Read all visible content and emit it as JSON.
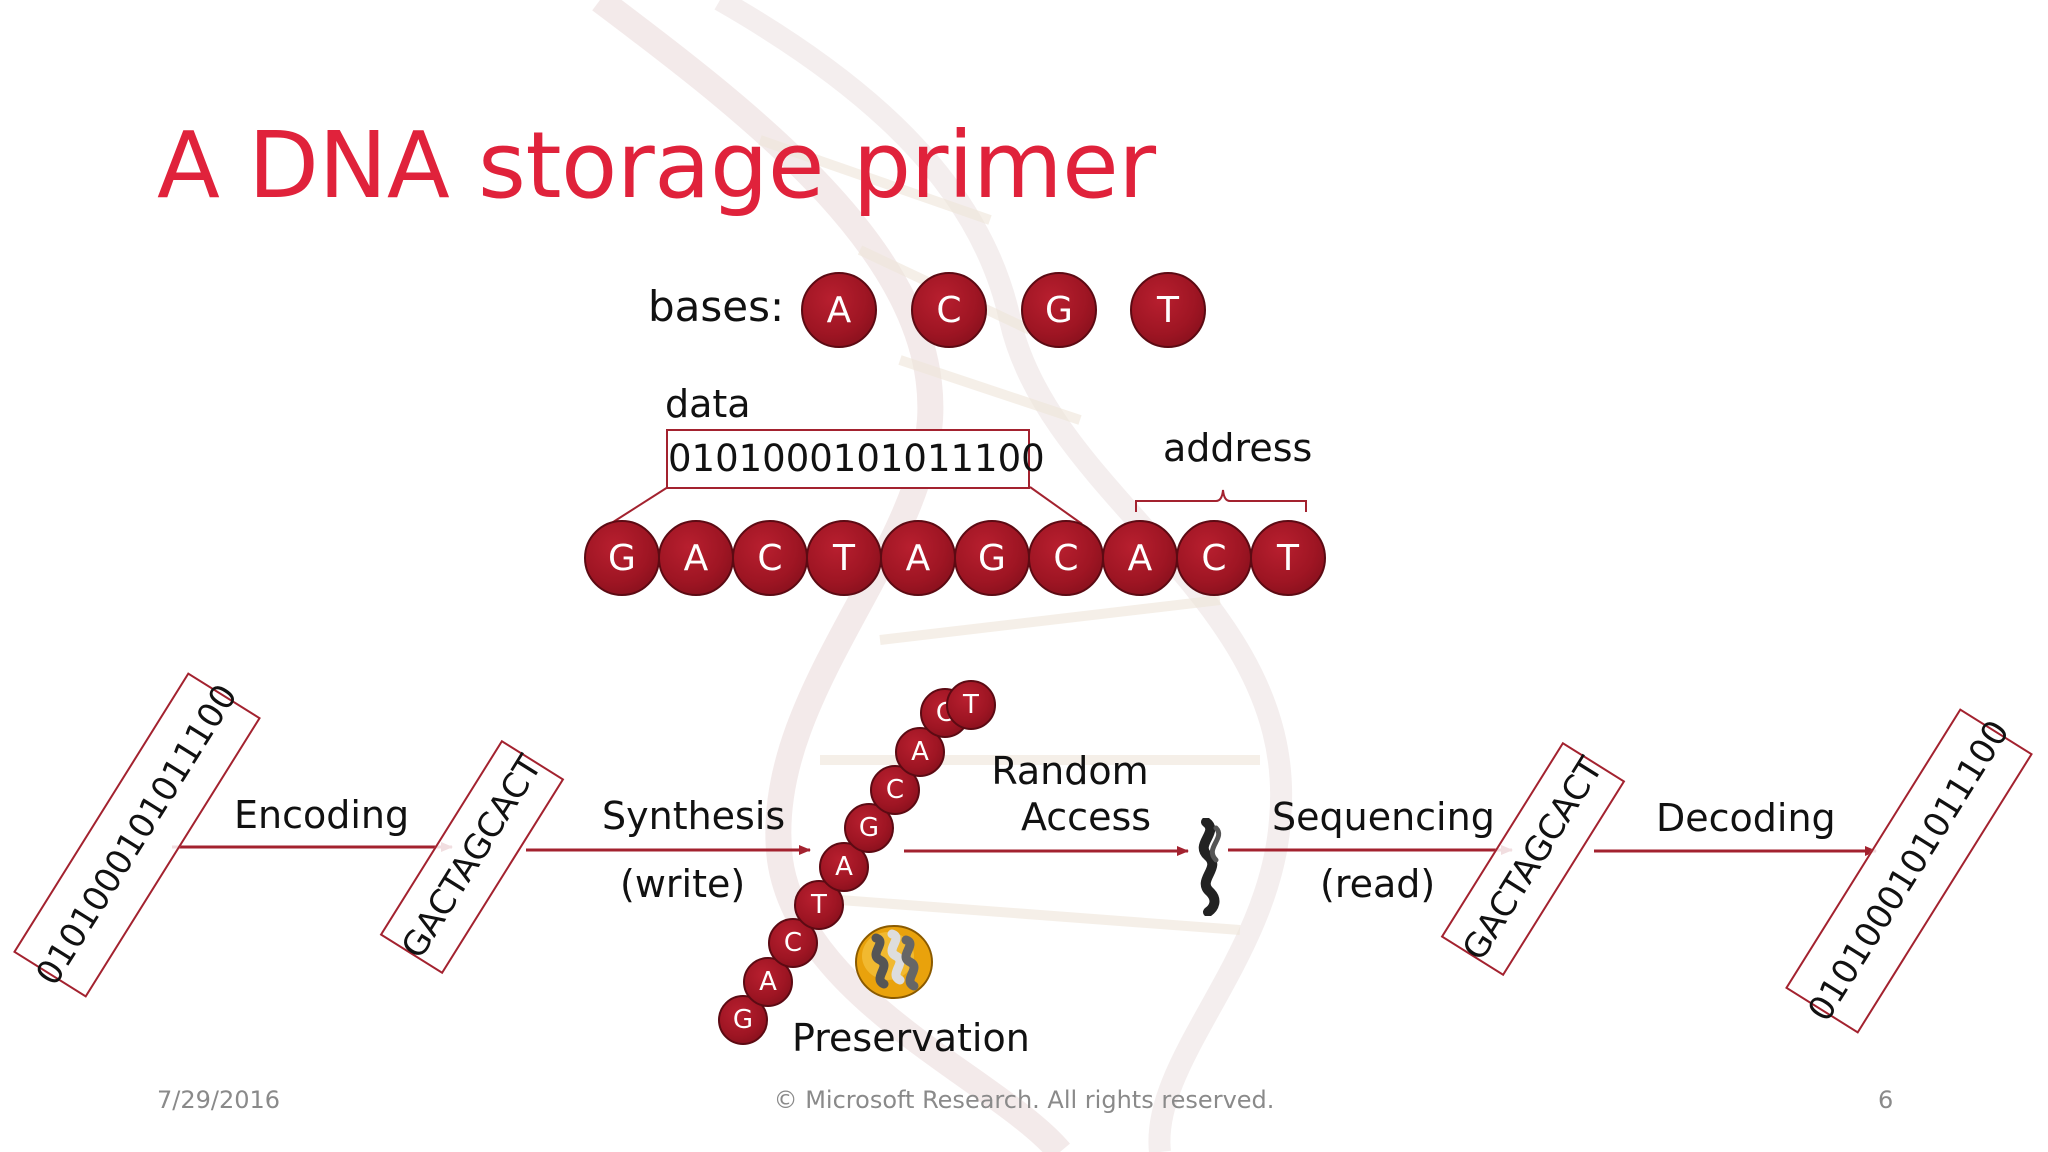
{
  "title": "A DNA storage primer",
  "bases_label": "bases:",
  "bases": [
    "A",
    "C",
    "G",
    "T"
  ],
  "data_label": "data",
  "data_bits": "0101000101011100",
  "address_label": "address",
  "sequence": [
    "G",
    "A",
    "C",
    "T",
    "A",
    "G",
    "C",
    "A",
    "C",
    "T"
  ],
  "pipeline": {
    "input_bits": "0101000101011100",
    "encoding": "Encoding",
    "encoded_seq": "GACTAGCACT",
    "synthesis": "Synthesis",
    "synthesis_sub": "(write)",
    "strand": [
      "G",
      "A",
      "C",
      "T",
      "A",
      "G",
      "C",
      "A",
      "C",
      "T"
    ],
    "preservation": "Preservation",
    "random_access_1": "Random",
    "random_access_2": "Access",
    "sequencing": "Sequencing",
    "sequencing_sub": "(read)",
    "decoded_seq": "GACTAGCACT",
    "decoding": "Decoding",
    "output_bits": "0101000101011100"
  },
  "footer": {
    "date": "7/29/2016",
    "copyright": "© Microsoft Research. All rights reserved.",
    "page": "6"
  },
  "colors": {
    "title": "#e0223b",
    "accent": "#a3222f",
    "circle": "#9e1523",
    "footer_text": "#8a8a8a"
  },
  "icons": {
    "preservation": "preservation-capsule-icon",
    "random_access": "dna-fragment-icon"
  }
}
